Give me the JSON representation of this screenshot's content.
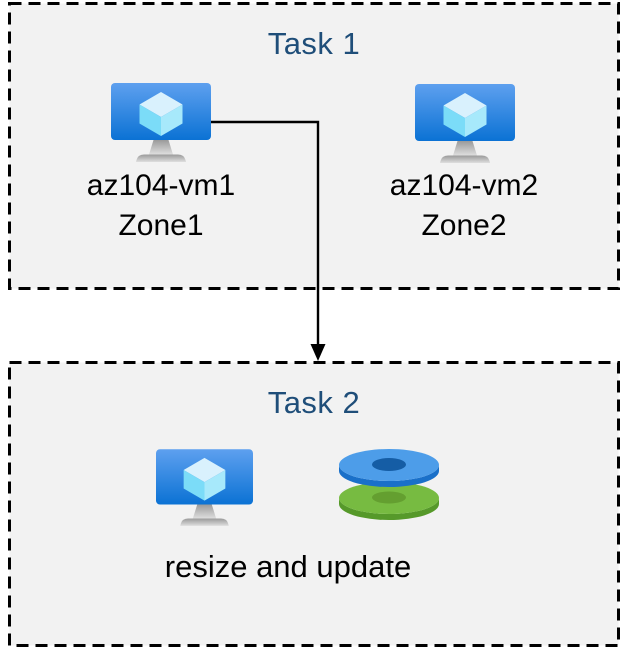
{
  "task1": {
    "title": "Task 1",
    "vms": [
      {
        "name": "az104-vm1",
        "zone": "Zone1",
        "icon": "vm-icon"
      },
      {
        "name": "az104-vm2",
        "zone": "Zone2",
        "icon": "vm-icon"
      }
    ]
  },
  "task2": {
    "title": "Task 2",
    "caption": "resize and update",
    "icons": [
      "vm-icon",
      "disks-icon"
    ]
  },
  "connector": {
    "from": "az104-vm1",
    "to": "task2-box",
    "style": "elbow-arrow"
  },
  "colors": {
    "title_text": "#1f4e79",
    "label_text": "#000000",
    "box_fill": "#f2f2f2",
    "box_border": "#000000",
    "arrow": "#000000",
    "monitor_gradient_top": "#5ea0ef",
    "monitor_gradient_bottom": "#0b72d4",
    "cube_top": "#d9f1fd",
    "cube_left": "#7bdcf8",
    "cube_right": "#a7e9fb",
    "stand_gradient_top": "#9a9a9a",
    "stand_gradient_bottom": "#dedede",
    "disk_blue_top": "#4d9de9",
    "disk_blue_side": "#1a70c9",
    "disk_blue_hole": "#155da5",
    "disk_green_top": "#77bb41",
    "disk_green_side": "#56992a",
    "disk_green_hole": "#649f30"
  }
}
